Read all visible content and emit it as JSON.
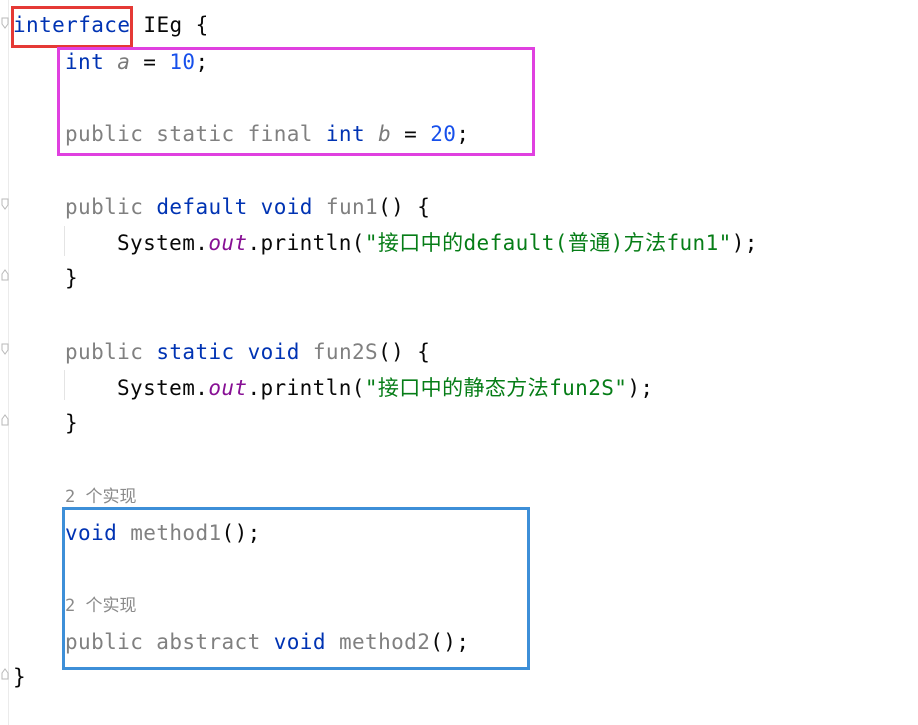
{
  "code": {
    "line1": {
      "kw": "interface",
      "rest": " IEg {"
    },
    "line2": {
      "type": "int",
      "var": "a",
      "eq": " = ",
      "val": "10",
      "end": ";"
    },
    "line3": {
      "mods": "public static final ",
      "type": "int",
      "var": "b",
      "eq": " = ",
      "val": "20",
      "end": ";"
    },
    "line4": {
      "mod": "public ",
      "kw1": "default",
      "kw2": "void",
      "name": "fun1",
      "rest": "() {"
    },
    "line5": {
      "obj": "System.",
      "fld": "out",
      "call": ".println(",
      "str": "\"接口中的default(普通)方法fun1\"",
      "end": ");"
    },
    "line6": {
      "brace": "}"
    },
    "line7": {
      "mod": "public ",
      "kw1": "static",
      "kw2": "void",
      "name": "fun2S",
      "rest": "() {"
    },
    "line8": {
      "obj": "System.",
      "fld": "out",
      "call": ".println(",
      "str": "\"接口中的静态方法fun2S\"",
      "end": ");"
    },
    "line9": {
      "brace": "}"
    },
    "hint1": "2 个实现",
    "line10": {
      "kw": "void",
      "name": "method1",
      "rest": "();"
    },
    "hint2": "2 个实现",
    "line11": {
      "mods": "public abstract ",
      "kw": "void",
      "name": "method2",
      "rest": "();"
    },
    "line12": {
      "brace": "}"
    }
  },
  "highlights": {
    "red": "#e53935",
    "magenta": "#e040e0",
    "blue": "#3d8fd8"
  }
}
